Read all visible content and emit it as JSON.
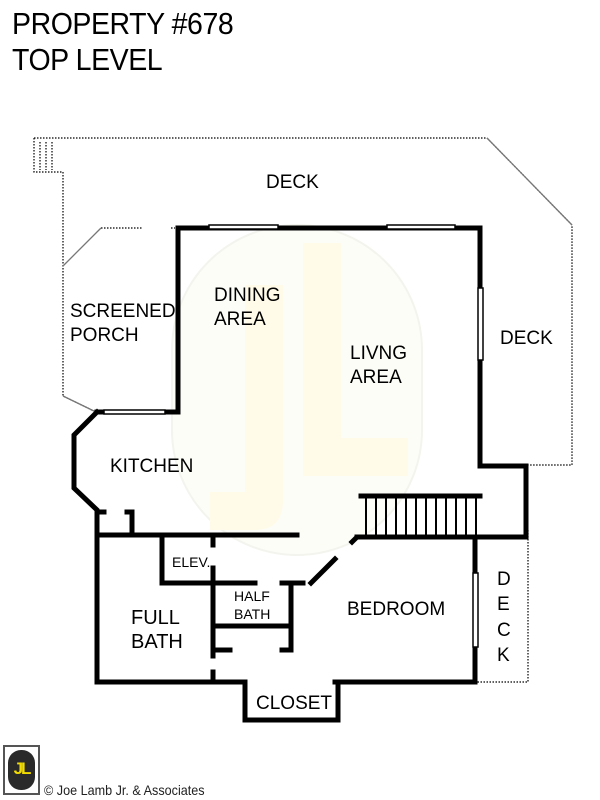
{
  "header": {
    "title_line1": "PROPERTY #678",
    "title_line2": "TOP LEVEL"
  },
  "rooms": {
    "deck_top": "DECK",
    "deck_right": "DECK",
    "deck_lower_right": [
      "D",
      "E",
      "C",
      "K"
    ],
    "screened_porch": [
      "SCREENED",
      "PORCH"
    ],
    "dining_area": [
      "DINING",
      "AREA"
    ],
    "living_area": [
      "LIVNG",
      "AREA"
    ],
    "kitchen": "KITCHEN",
    "elevator": "ELEV.",
    "half_bath": [
      "HALF",
      "BATH"
    ],
    "full_bath": [
      "FULL",
      "BATH"
    ],
    "bedroom": "BEDROOM",
    "closet": "CLOSET"
  },
  "footer": {
    "logo_text": "JL",
    "copyright": "© Joe Lamb Jr. & Associates"
  },
  "colors": {
    "wall": "#000000",
    "watermark": "#fffbe6",
    "logo_accent": "#f2dc00"
  }
}
